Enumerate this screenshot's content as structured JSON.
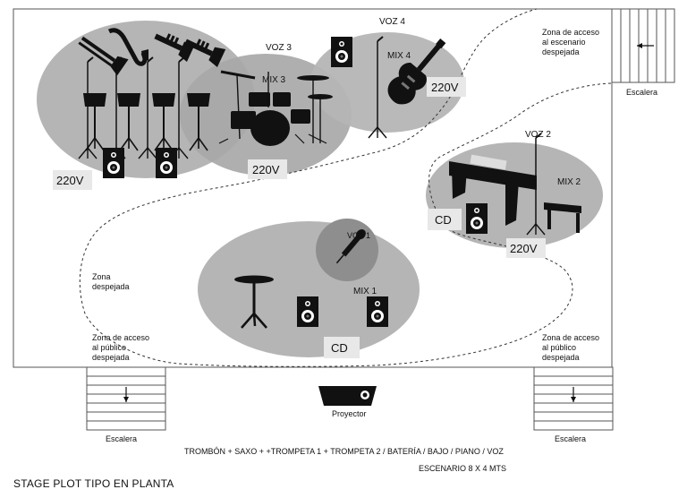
{
  "zones": {
    "voz3": "VOZ 3",
    "mix3": "MIX 3",
    "voz4": "VOZ 4",
    "mix4": "MIX 4",
    "v220_left": "220V",
    "v220_drums": "220V",
    "v220_guitar": "220V",
    "voz2": "VOZ 2",
    "mix2": "MIX 2",
    "cd_piano": "CD",
    "v220_piano": "220V",
    "voz1": "VOZ 1",
    "mix1": "MIX 1",
    "cd_front": "CD"
  },
  "notes": {
    "backstage_1": "Zona de acceso",
    "backstage_2": "al escenario",
    "backstage_3": "despejada",
    "free_1": "Zona",
    "free_2": "despejada",
    "public_left_1": "Zona de acceso",
    "public_left_2": "al público",
    "public_left_3": "despejada",
    "public_right_1": "Zona de acceso",
    "public_right_2": "al público",
    "public_right_3": "despejada"
  },
  "stairs": {
    "top_right": "Escalera",
    "bottom_left": "Escalera",
    "bottom_right": "Escalera"
  },
  "projector": "Proyector",
  "lineup": "TROMBÓN + SAXO + +TROMPETA 1 + TROMPETA 2 / BATERÍA / BAJO / PIANO / VOZ",
  "stage_size": "ESCENARIO 8 X 4 MTS",
  "footer_title": "STAGE PLOT TIPO EN PLANTA",
  "colors": {
    "zone_gray": "#b5b5b5",
    "zone_dark": "#8e8e8e",
    "label_box": "#e8e8e8",
    "ink": "#111111"
  }
}
